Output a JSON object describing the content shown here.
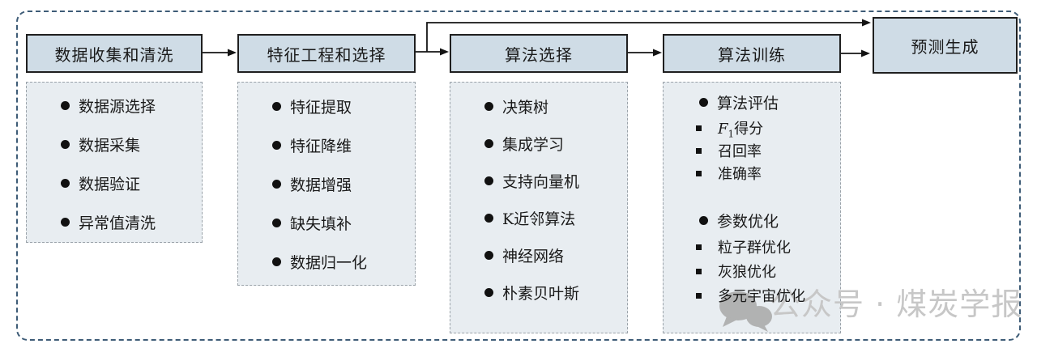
{
  "colors": {
    "outer_border": "#3e5c77",
    "stage_fill": "#cfdce6",
    "stage_border": "#1f1f1f",
    "list_fill": "#e8edf1",
    "list_border": "#9aa2a9",
    "arrow": "#141414",
    "watermark_text": "#c7c7c7",
    "watermark_icon": "#a8a8a8"
  },
  "stages": [
    {
      "id": "data-collection",
      "title": "数据收集和清洗",
      "items": [
        {
          "text": "数据源选择",
          "level": 1
        },
        {
          "text": "数据采集",
          "level": 1
        },
        {
          "text": "数据验证",
          "level": 1
        },
        {
          "text": "异常值清洗",
          "level": 1
        }
      ]
    },
    {
      "id": "feature-engineering",
      "title": "特征工程和选择",
      "items": [
        {
          "text": "特征提取",
          "level": 1
        },
        {
          "text": "特征降维",
          "level": 1
        },
        {
          "text": "数据增强",
          "level": 1
        },
        {
          "text": "缺失填补",
          "level": 1
        },
        {
          "text": "数据归一化",
          "level": 1
        }
      ]
    },
    {
      "id": "algorithm-selection",
      "title": "算法选择",
      "items": [
        {
          "text": "决策树",
          "level": 1
        },
        {
          "text": "集成学习",
          "level": 1
        },
        {
          "text": "支持向量机",
          "level": 1
        },
        {
          "text": "K近邻算法",
          "level": 1
        },
        {
          "text": "神经网络",
          "level": 1
        },
        {
          "text": "朴素贝叶斯",
          "level": 1
        }
      ]
    },
    {
      "id": "algorithm-training",
      "title": "算法训练",
      "items": [
        {
          "text": "算法评估",
          "level": 1
        },
        {
          "level": 2,
          "parts": {
            "var": "F",
            "sub": "1",
            "rest": "得分"
          }
        },
        {
          "text": "召回率",
          "level": 2
        },
        {
          "text": "准确率",
          "level": 2
        },
        {
          "text": "参数优化",
          "level": 1
        },
        {
          "text": "粒子群优化",
          "level": 2
        },
        {
          "text": "灰狼优化",
          "level": 2
        },
        {
          "text": "多元宇宙优化",
          "level": 2
        }
      ]
    },
    {
      "id": "prediction",
      "title": "预测生成",
      "items": []
    }
  ],
  "watermark": {
    "text": "公众号 · 煤炭学报",
    "icon": "wechat-icon"
  }
}
